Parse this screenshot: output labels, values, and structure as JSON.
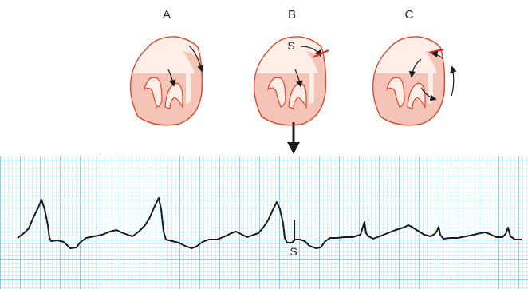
{
  "panels": [
    {
      "label": "A",
      "s_marker": ""
    },
    {
      "label": "B",
      "s_marker": "S"
    },
    {
      "label": "C",
      "s_marker": ""
    }
  ],
  "ecg": {
    "stimulus_label": "S"
  },
  "colors": {
    "heart_fill_light": "#fdeee8",
    "heart_fill_dark": "#f4c4b6",
    "heart_outline": "#d9472f",
    "stimulus_bar": "#e2231a",
    "grid_major": "#2aa7dc",
    "grid_minor": "#8fd3f0",
    "trace": "#1a1a1a",
    "arrow": "#1a1a1a"
  }
}
